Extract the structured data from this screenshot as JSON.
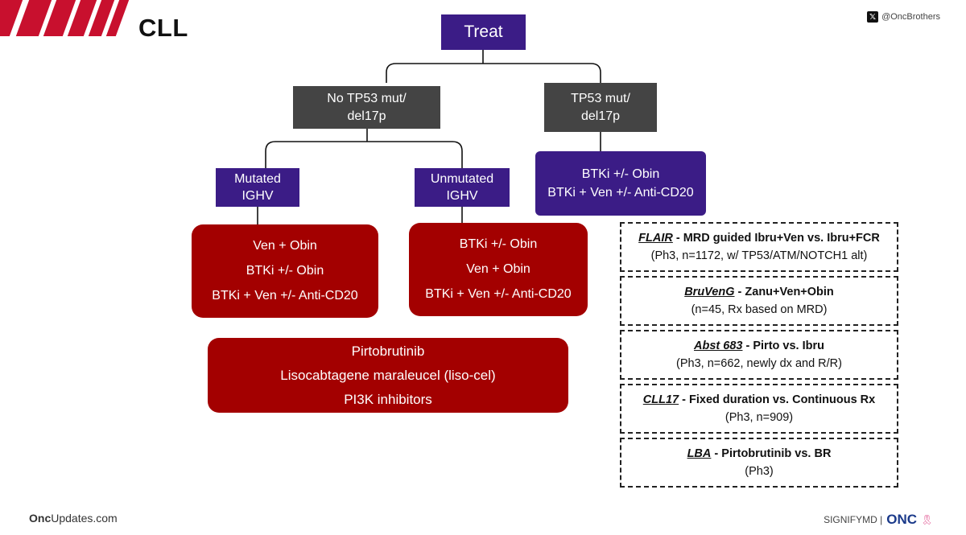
{
  "header": {
    "title": "CLL",
    "handle": "@OncBrothers",
    "handle_icon": "x-logo-icon"
  },
  "flow": {
    "treat": "Treat",
    "no_tp53": [
      "No TP53 mut/",
      "del17p"
    ],
    "tp53": [
      "TP53 mut/",
      "del17p"
    ],
    "mutated": [
      "Mutated",
      "IGHV"
    ],
    "unmutated": [
      "Unmutated",
      "IGHV"
    ],
    "tp53_tx": [
      "BTKi +/- Obin",
      "BTKi + Ven +/- Anti-CD20"
    ],
    "mutated_tx": [
      "Ven + Obin",
      "BTKi +/- Obin",
      "BTKi + Ven +/- Anti-CD20"
    ],
    "unmutated_tx": [
      "BTKi +/- Obin",
      "Ven + Obin",
      "BTKi + Ven +/- Anti-CD20"
    ],
    "other_tx": [
      "Pirtobrutinib",
      "Lisocabtagene maraleucel (liso-cel)",
      "PI3K inhibitors"
    ]
  },
  "trials": [
    {
      "name": "FLAIR",
      "desc": " - MRD guided Ibru+Ven vs. Ibru+FCR",
      "detail": "(Ph3, n=1172, w/ TP53/ATM/NOTCH1 alt)"
    },
    {
      "name": "BruVenG",
      "desc": " - Zanu+Ven+Obin",
      "detail": "(n=45, Rx based on MRD)"
    },
    {
      "name": "Abst 683",
      "desc": " - Pirto vs. Ibru",
      "detail": "(Ph3, n=662, newly dx and R/R)"
    },
    {
      "name": "CLL17",
      "desc": " - Fixed duration vs. Continuous Rx",
      "detail": "(Ph3, n=909)"
    },
    {
      "name": "LBA",
      "desc": " - Pirtobrutinib vs. BR",
      "detail": "(Ph3)"
    }
  ],
  "footer": {
    "site_bold": "Onc",
    "site_rest": "Updates.com",
    "brand": "SIGNIFYMD |",
    "logo": "ONC",
    "logo_icon": "ribbon-icon"
  },
  "colors": {
    "accent_red": "#c8102e",
    "box_purple": "#3b1c86",
    "box_gray": "#444444",
    "box_red": "#a30000"
  }
}
